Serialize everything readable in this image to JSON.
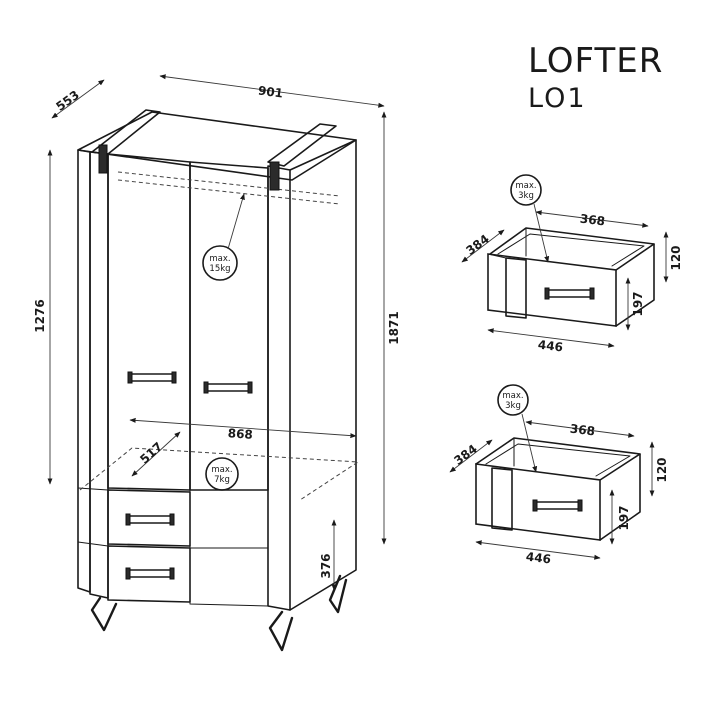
{
  "product": {
    "brand": "LOFTER",
    "model": "LO1"
  },
  "wardrobe": {
    "depth": "553",
    "width": "901",
    "height_total": "1871",
    "height_hanging": "1276",
    "interior_width": "868",
    "interior_depth": "517",
    "drawer_zone_height": "376",
    "rail_load": {
      "line1": "max.",
      "line2": "15kg"
    },
    "shelf_load": {
      "line1": "max.",
      "line2": "7kg"
    }
  },
  "drawer_top": {
    "depth": "384",
    "inner_width": "368",
    "outer_width": "446",
    "inner_height": "120",
    "front_height": "197",
    "load": {
      "line1": "max.",
      "line2": "3kg"
    }
  },
  "drawer_bottom": {
    "depth": "384",
    "inner_width": "368",
    "outer_width": "446",
    "inner_height": "120",
    "front_height": "197",
    "load": {
      "line1": "max.",
      "line2": "3kg"
    }
  }
}
